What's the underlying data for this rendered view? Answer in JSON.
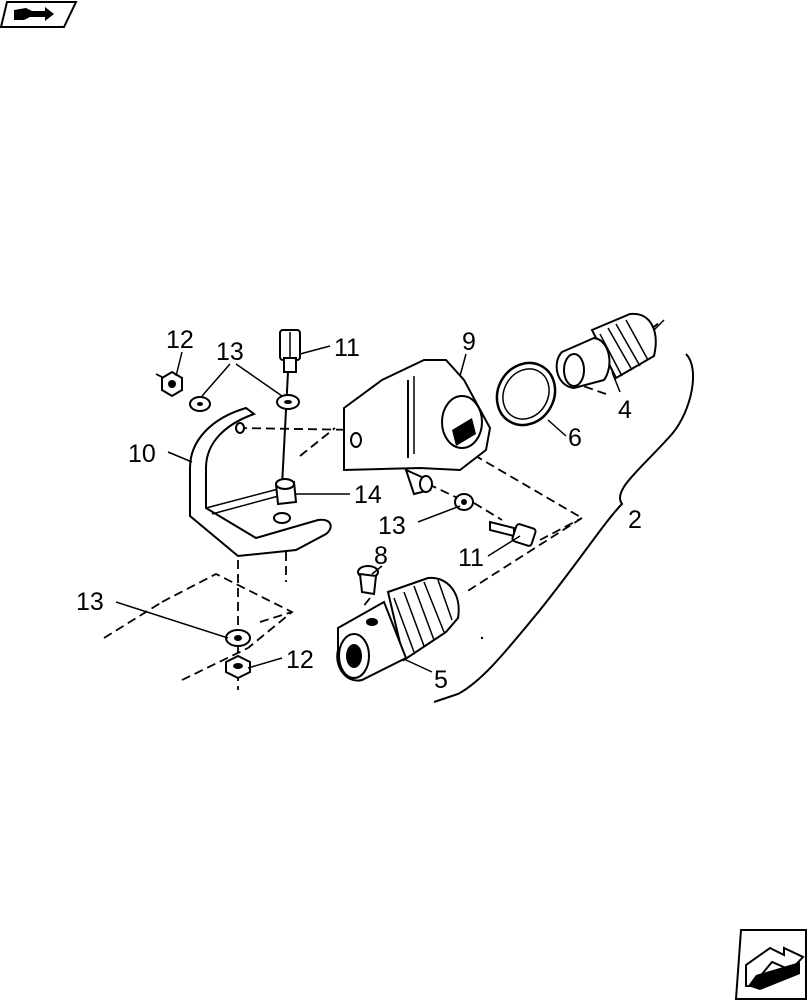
{
  "diagram": {
    "callouts": [
      {
        "id": "c12a",
        "text": "12"
      },
      {
        "id": "c13a",
        "text": "13"
      },
      {
        "id": "c11a",
        "text": "11"
      },
      {
        "id": "c9",
        "text": "9"
      },
      {
        "id": "c4",
        "text": "4"
      },
      {
        "id": "c6",
        "text": "6"
      },
      {
        "id": "c10",
        "text": "10"
      },
      {
        "id": "c14",
        "text": "14"
      },
      {
        "id": "c13b",
        "text": "13"
      },
      {
        "id": "c2",
        "text": "2"
      },
      {
        "id": "c11b",
        "text": "11"
      },
      {
        "id": "c8",
        "text": "8"
      },
      {
        "id": "c13c",
        "text": "13"
      },
      {
        "id": "c12b",
        "text": "12"
      },
      {
        "id": "c5",
        "text": "5"
      }
    ]
  },
  "icons": {
    "top_left": "previous-page-icon",
    "bottom_right": "next-page-icon"
  }
}
